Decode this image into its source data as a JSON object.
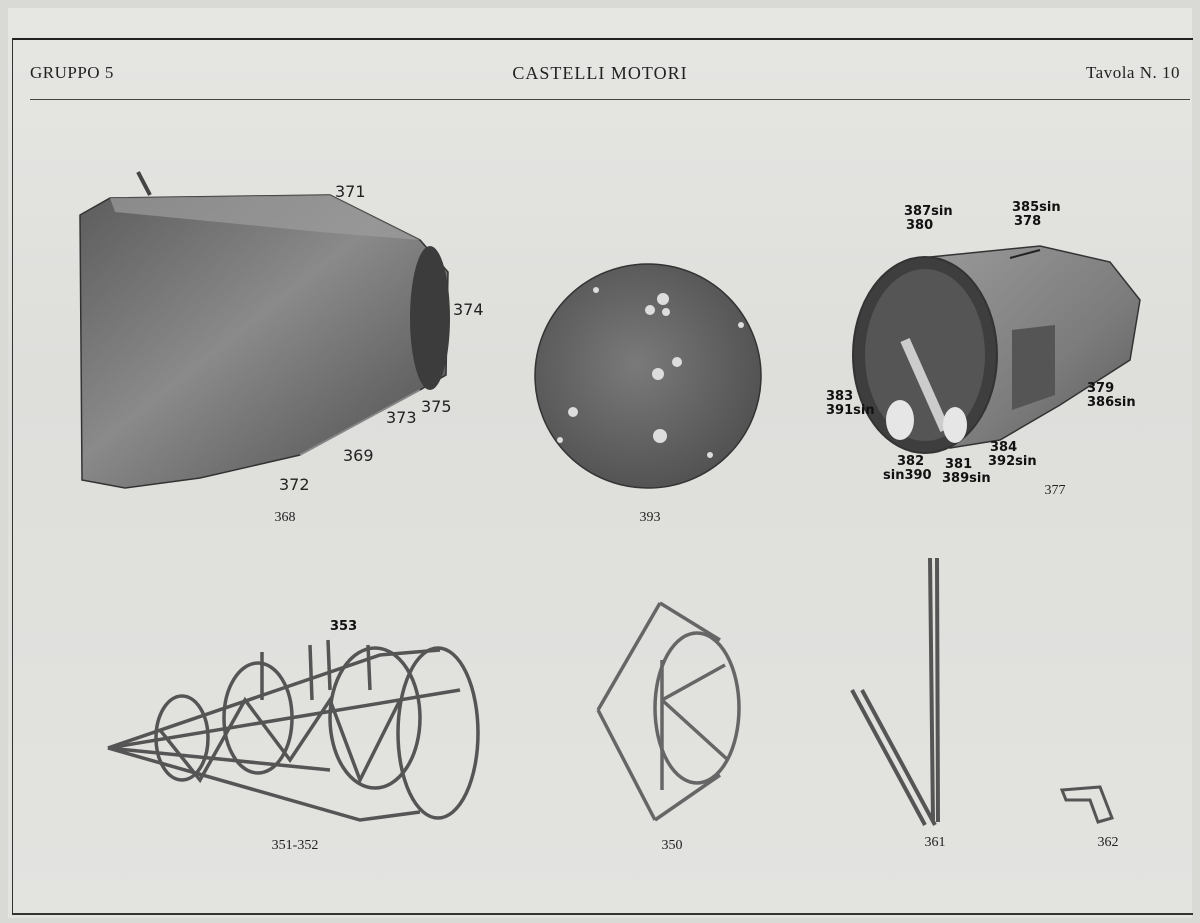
{
  "header": {
    "group": "GRUPPO 5",
    "title": "CASTELLI MOTORI",
    "plate": "Tavola N. 10"
  },
  "figures": {
    "cowl": {
      "caption": "368",
      "callouts": [
        "371",
        "374",
        "375",
        "373",
        "369",
        "372"
      ]
    },
    "disc": {
      "caption": "393"
    },
    "nose": {
      "caption": "377",
      "callouts": [
        "387sin",
        "380",
        "385sin",
        "378",
        "383",
        "391sin",
        "379",
        "386sin",
        "384",
        "392sin",
        "382",
        "sin390",
        "381",
        "389sin"
      ]
    },
    "frame": {
      "caption": "351-352",
      "callouts": [
        "353"
      ]
    },
    "ring": {
      "caption": "350"
    },
    "strut": {
      "caption": "361"
    },
    "bracket": {
      "caption": "362"
    }
  }
}
